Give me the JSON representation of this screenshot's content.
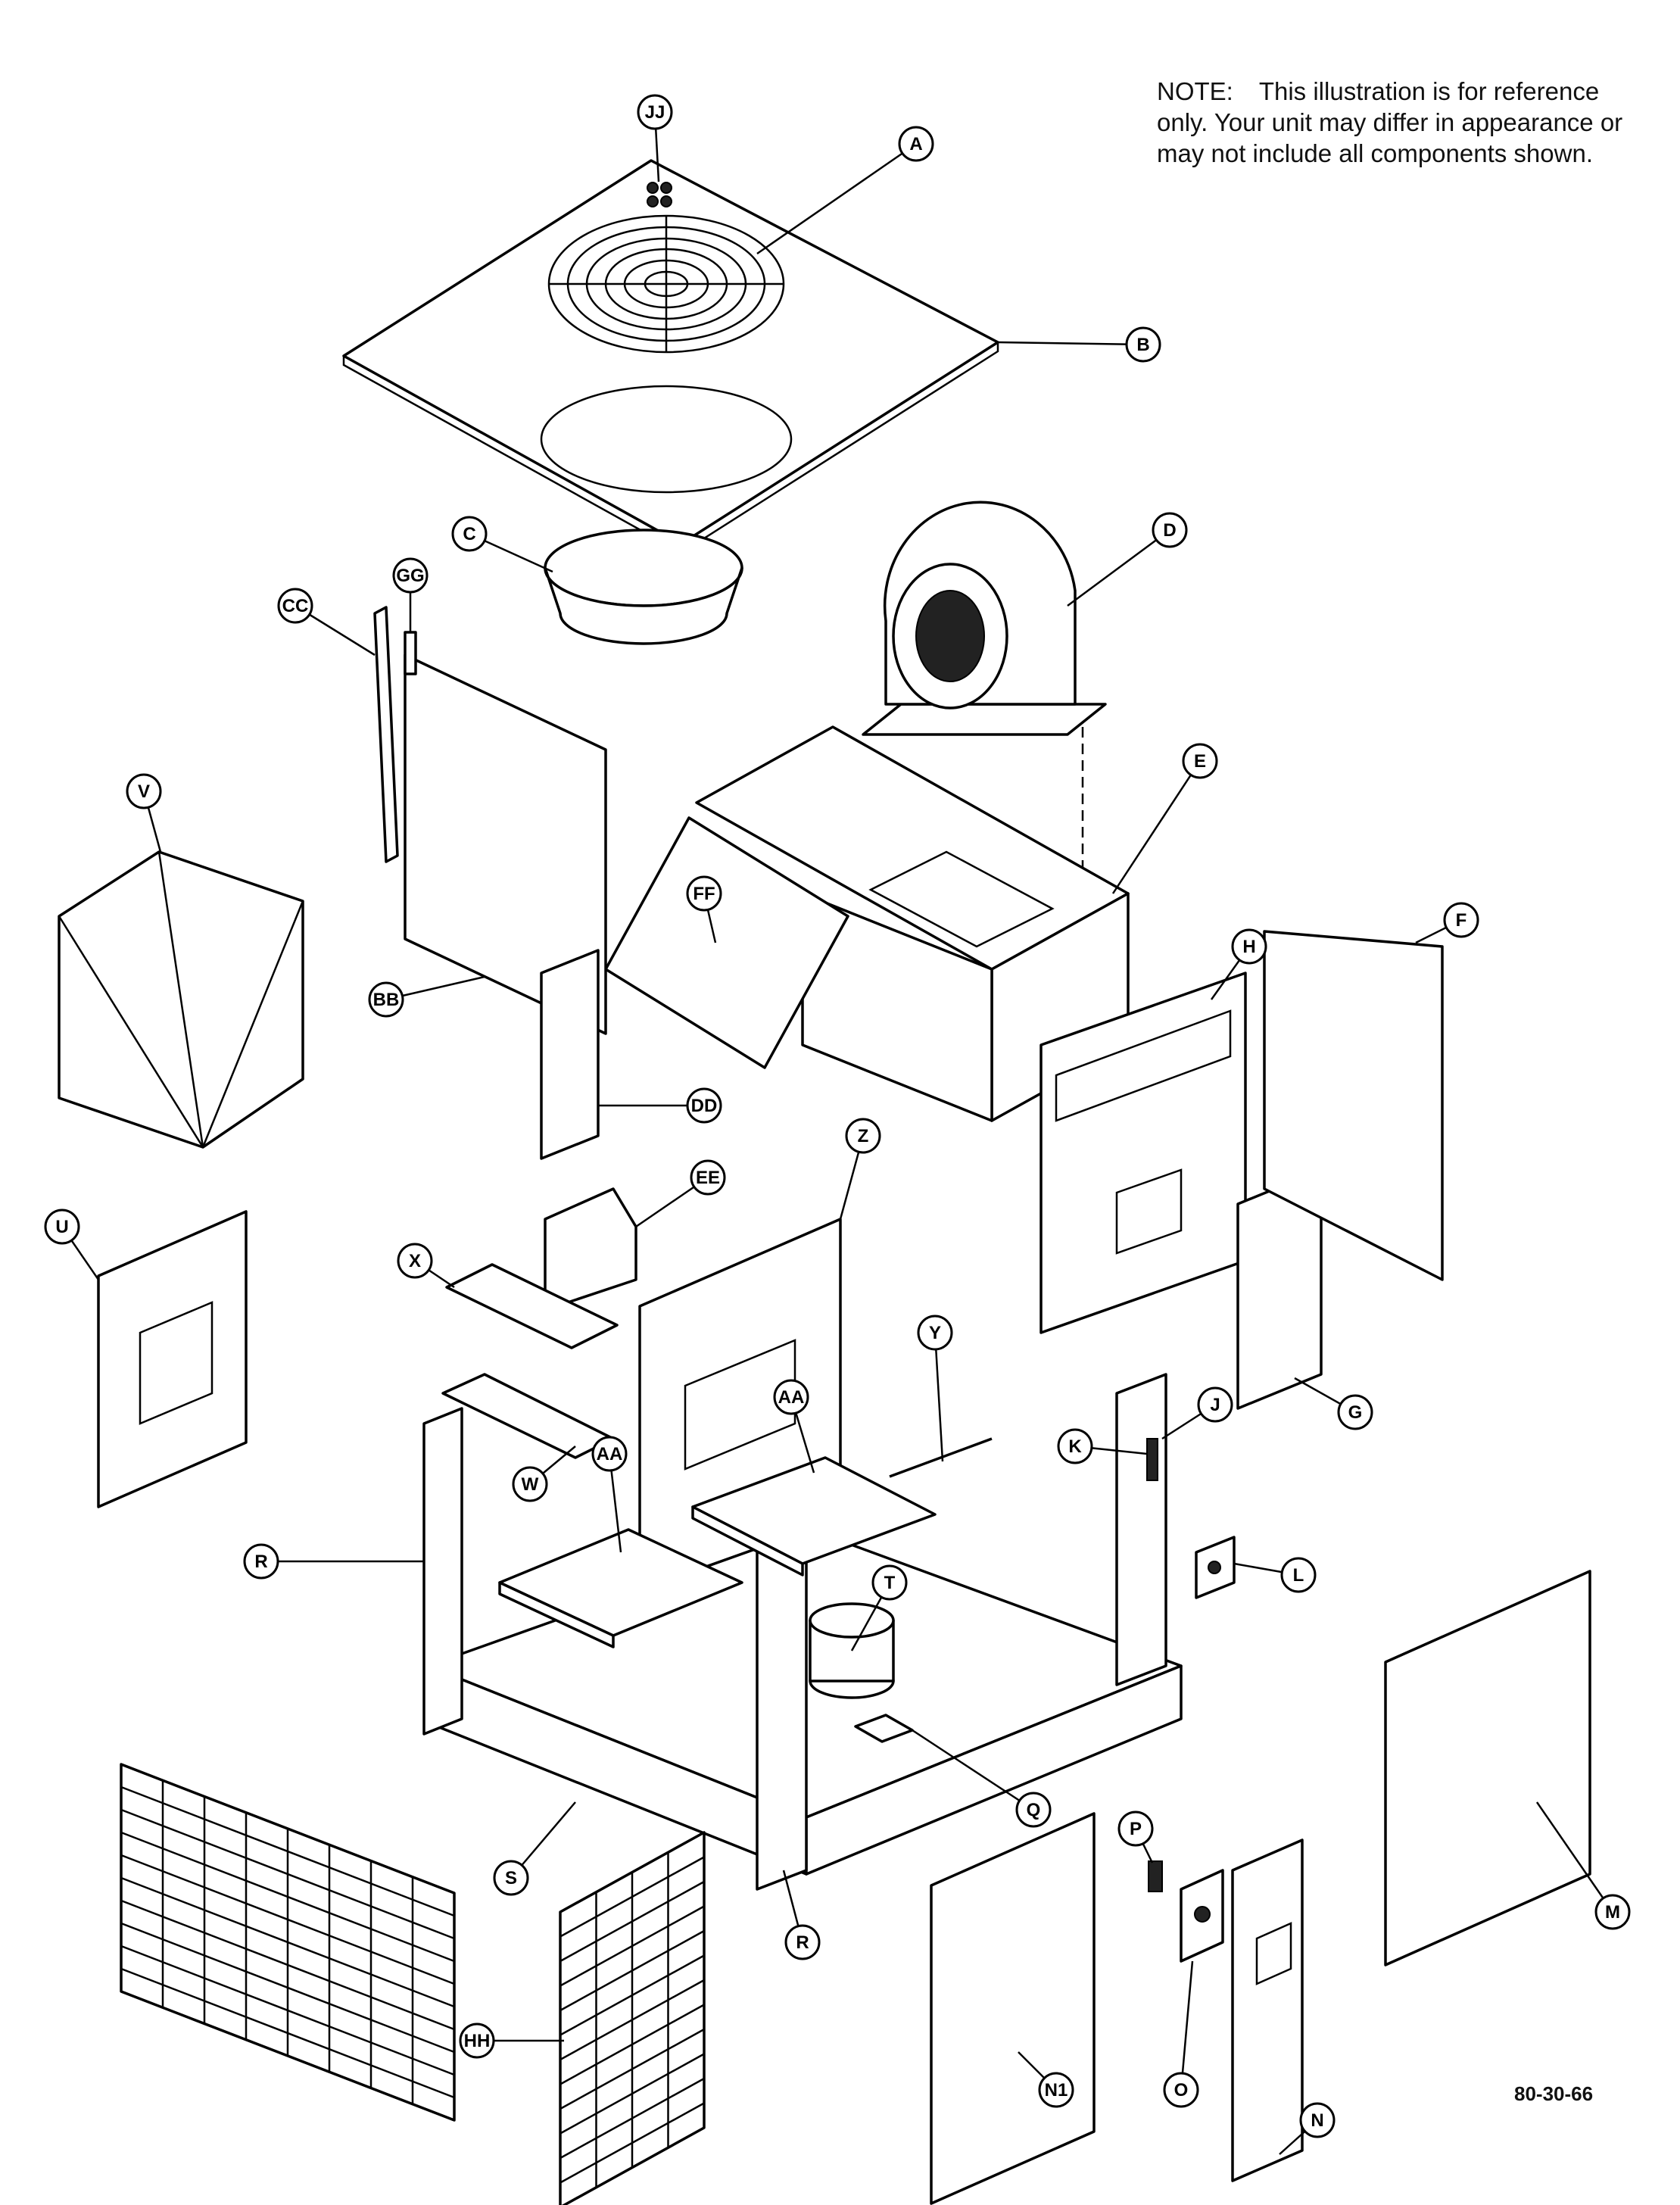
{
  "note": {
    "label": "NOTE:",
    "text": "This illustration is for reference only. Your unit may differ in appearance or may not include all components shown."
  },
  "figure_number": "80-30-66",
  "callouts": [
    {
      "id": "a",
      "label": "A"
    },
    {
      "id": "b",
      "label": "B"
    },
    {
      "id": "c",
      "label": "C"
    },
    {
      "id": "d",
      "label": "D"
    },
    {
      "id": "e",
      "label": "E"
    },
    {
      "id": "f",
      "label": "F"
    },
    {
      "id": "g",
      "label": "G"
    },
    {
      "id": "h",
      "label": "H"
    },
    {
      "id": "j",
      "label": "J"
    },
    {
      "id": "k",
      "label": "K"
    },
    {
      "id": "l",
      "label": "L"
    },
    {
      "id": "m",
      "label": "M"
    },
    {
      "id": "n",
      "label": "N"
    },
    {
      "id": "n1",
      "label": "N1"
    },
    {
      "id": "o",
      "label": "O"
    },
    {
      "id": "p",
      "label": "P"
    },
    {
      "id": "q",
      "label": "Q"
    },
    {
      "id": "r1",
      "label": "R"
    },
    {
      "id": "r2",
      "label": "R"
    },
    {
      "id": "s",
      "label": "S"
    },
    {
      "id": "t",
      "label": "T"
    },
    {
      "id": "u",
      "label": "U"
    },
    {
      "id": "v",
      "label": "V"
    },
    {
      "id": "w",
      "label": "W"
    },
    {
      "id": "x",
      "label": "X"
    },
    {
      "id": "y",
      "label": "Y"
    },
    {
      "id": "z",
      "label": "Z"
    },
    {
      "id": "aa1",
      "label": "AA"
    },
    {
      "id": "aa2",
      "label": "AA"
    },
    {
      "id": "bb",
      "label": "BB"
    },
    {
      "id": "cc",
      "label": "CC"
    },
    {
      "id": "dd",
      "label": "DD"
    },
    {
      "id": "ee",
      "label": "EE"
    },
    {
      "id": "ff",
      "label": "FF"
    },
    {
      "id": "gg",
      "label": "GG"
    },
    {
      "id": "hh",
      "label": "HH"
    },
    {
      "id": "jj",
      "label": "JJ"
    }
  ]
}
